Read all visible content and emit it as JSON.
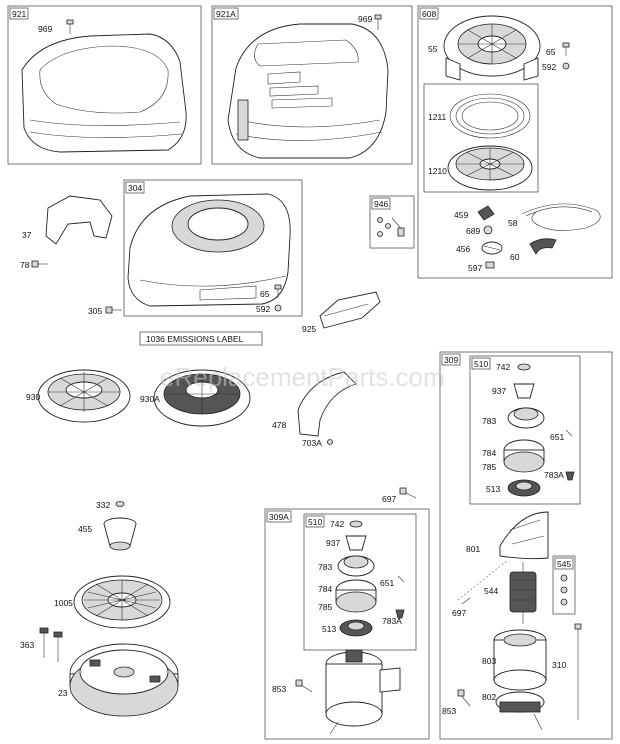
{
  "watermark": "eReplacementParts.com",
  "note_label": "1036 EMISSIONS LABEL",
  "group_labels": {
    "g921": "921",
    "g921a": "921A",
    "g608": "608",
    "g304": "304",
    "g946": "946",
    "g309": "309",
    "g510a": "510",
    "g309a": "309A",
    "g510b": "510",
    "g545": "545"
  },
  "part_numbers": {
    "p969a": "969",
    "p969b": "969",
    "p55": "55",
    "p65a": "65",
    "p592a": "592",
    "p1211": "1211",
    "p1210": "1210",
    "p37": "37",
    "p78": "78",
    "p305": "305",
    "p65b": "65",
    "p592b": "592",
    "p459": "459",
    "p689": "689",
    "p456": "456",
    "p597": "597",
    "p58": "58",
    "p60": "60",
    "p925": "925",
    "p930": "930",
    "p930a": "930A",
    "p478": "478",
    "p703a": "703A",
    "p742a": "742",
    "p937a": "937",
    "p783a": "783",
    "p651a": "651",
    "p784a": "784",
    "p785a": "785",
    "p783aa": "783A",
    "p513a": "513",
    "p697a": "697",
    "p801": "801",
    "p544": "544",
    "p697b": "697",
    "p803": "803",
    "p310": "310",
    "p853b": "853",
    "p802": "802",
    "p332": "332",
    "p455": "455",
    "p1005": "1005",
    "p363": "363",
    "p23": "23",
    "p742b": "742",
    "p937b": "937",
    "p783b": "783",
    "p651b": "651",
    "p784b": "784",
    "p785b": "785",
    "p783ab": "783A",
    "p513b": "513",
    "p853a": "853"
  }
}
